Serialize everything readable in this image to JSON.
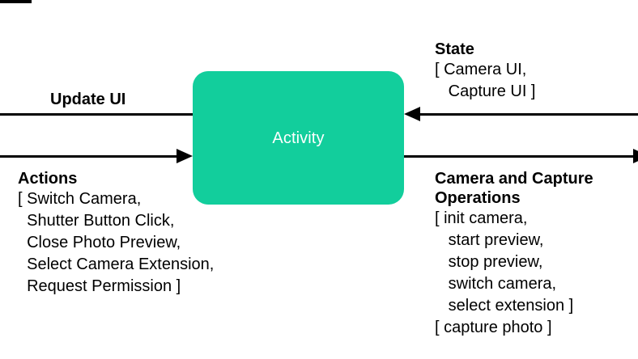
{
  "diagram": {
    "type": "flow-diagram",
    "background_color": "#ffffff",
    "node": {
      "label": "Activity",
      "fill_color": "#12ce9c",
      "text_color": "#ffffff"
    },
    "edges": [
      {
        "id": "update-ui",
        "heading": "Update UI",
        "direction": "out-left",
        "items": []
      },
      {
        "id": "actions",
        "heading": "Actions",
        "direction": "in-right",
        "items": [
          "[ Switch Camera,",
          "  Shutter Button Click,",
          "  Close Photo Preview,",
          "  Select Camera Extension,",
          "  Request Permission ]"
        ]
      },
      {
        "id": "state",
        "heading": "State",
        "direction": "in-left",
        "items": [
          "[ Camera UI,",
          "   Capture UI ]"
        ]
      },
      {
        "id": "camera-and-capture-operations",
        "heading_line1": "Camera and Capture",
        "heading_line2": "Operations",
        "direction": "out-right",
        "items": [
          "[ init camera,",
          "   start preview,",
          "   stop preview,",
          "   switch camera,",
          "   select extension ]",
          "[ capture photo ]"
        ]
      }
    ]
  }
}
